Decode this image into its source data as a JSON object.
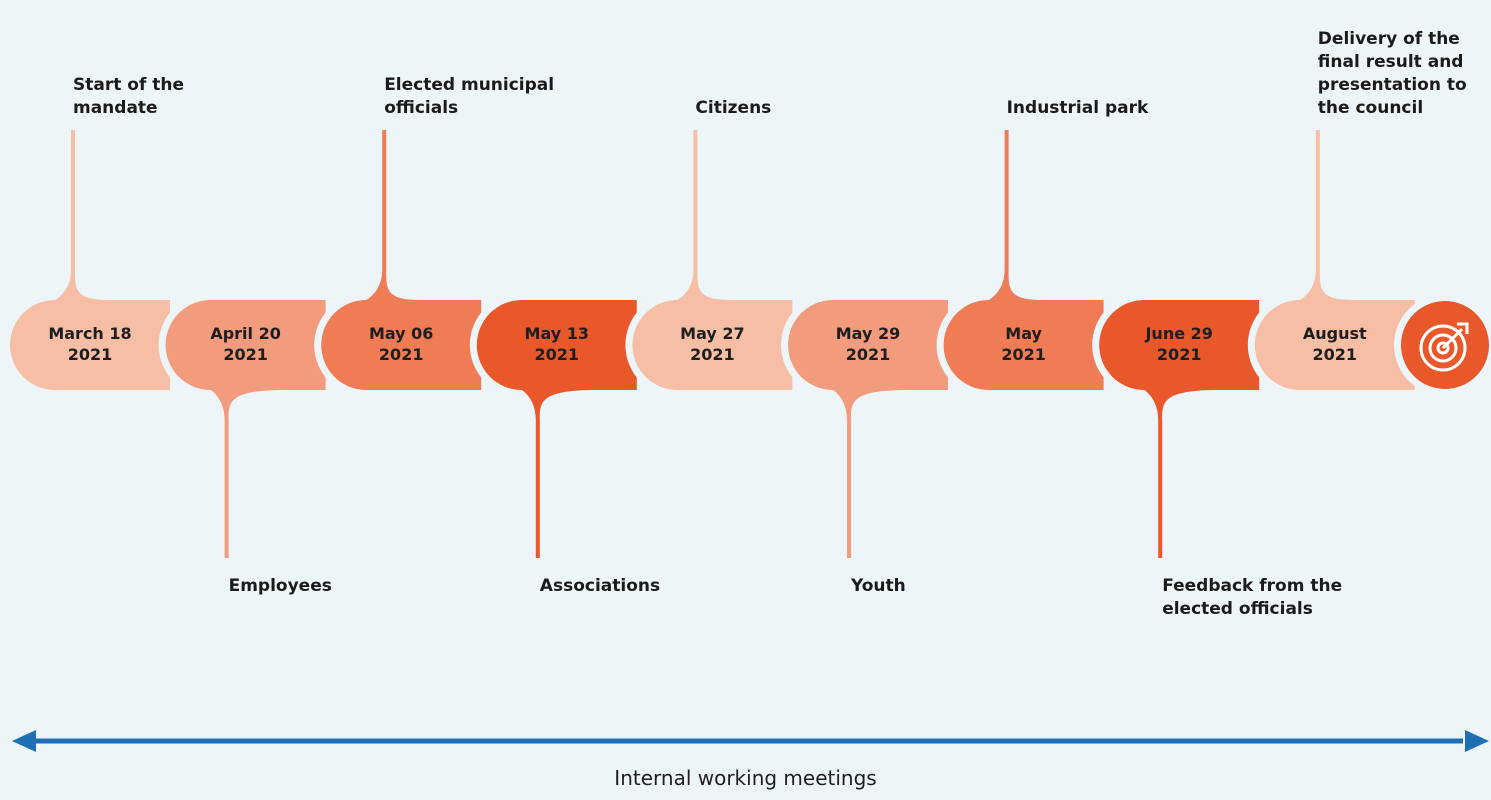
{
  "colors": {
    "background": "#eef5f9",
    "light": "#f5bea5",
    "medium": "#f29b7d",
    "orange": "#ef7c55",
    "dark": "#e8582a",
    "arrow": "#1f6fb4"
  },
  "milestones": [
    {
      "date_line1": "March 18",
      "date_line2": "2021",
      "label": [
        "Start of the",
        "mandate"
      ],
      "side": "top",
      "shade": "light"
    },
    {
      "date_line1": "April 20",
      "date_line2": "2021",
      "label": [
        "Employees"
      ],
      "side": "bottom",
      "shade": "medium"
    },
    {
      "date_line1": "May 06",
      "date_line2": "2021",
      "label": [
        "Elected municipal",
        "officials"
      ],
      "side": "top",
      "shade": "orange"
    },
    {
      "date_line1": "May 13",
      "date_line2": "2021",
      "label": [
        "Associations"
      ],
      "side": "bottom",
      "shade": "dark"
    },
    {
      "date_line1": "May 27",
      "date_line2": "2021",
      "label": [
        "Citizens"
      ],
      "side": "top",
      "shade": "light"
    },
    {
      "date_line1": "May 29",
      "date_line2": "2021",
      "label": [
        "Youth"
      ],
      "side": "bottom",
      "shade": "medium"
    },
    {
      "date_line1": "May",
      "date_line2": "2021",
      "label": [
        "Industrial park"
      ],
      "side": "top",
      "shade": "orange"
    },
    {
      "date_line1": "June 29",
      "date_line2": "2021",
      "label": [
        "Feedback from the",
        "elected officials"
      ],
      "side": "bottom",
      "shade": "dark"
    },
    {
      "date_line1": "August",
      "date_line2": "2021",
      "label": [
        "Delivery of the",
        "final result and",
        "presentation to",
        "the council"
      ],
      "side": "top",
      "shade": "light"
    }
  ],
  "end_icon": "target-arrow-icon",
  "axis_caption": "Internal working meetings"
}
